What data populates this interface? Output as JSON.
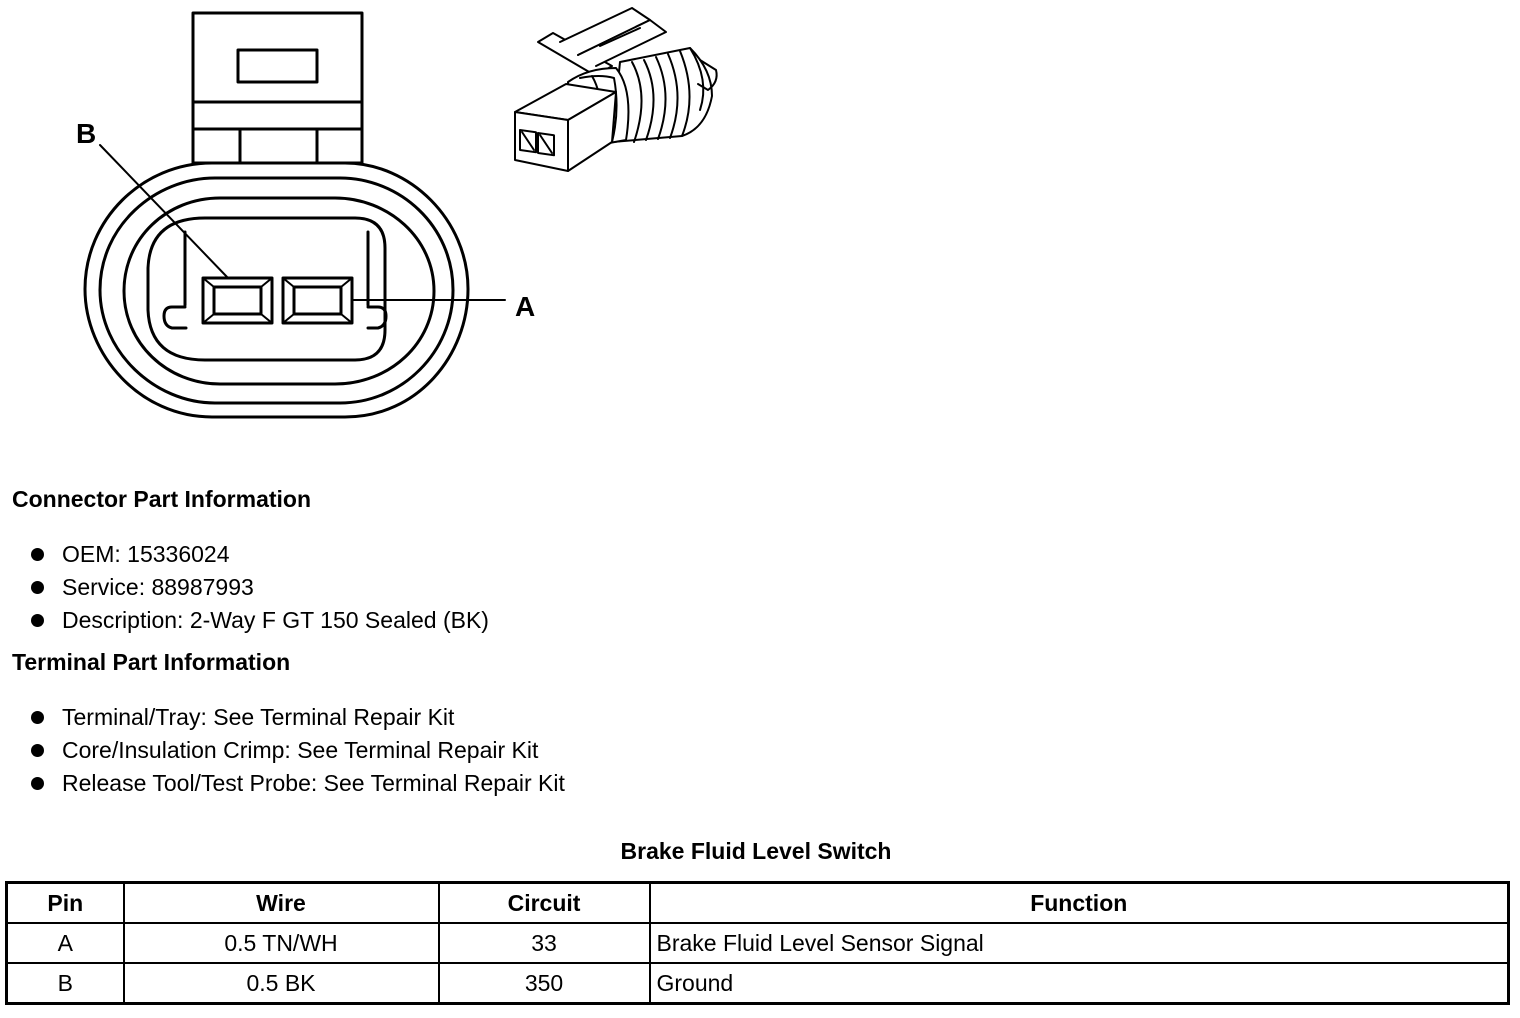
{
  "diagram": {
    "callout_b": "B",
    "callout_a": "A"
  },
  "connector_info": {
    "heading": "Connector Part Information",
    "items": [
      "OEM: 15336024",
      "Service: 88987993",
      "Description: 2-Way F GT 150 Sealed (BK)"
    ]
  },
  "terminal_info": {
    "heading": "Terminal Part Information",
    "items": [
      "Terminal/Tray: See Terminal Repair Kit",
      "Core/Insulation Crimp: See Terminal Repair Kit",
      "Release Tool/Test Probe: See Terminal Repair Kit"
    ]
  },
  "table": {
    "title": "Brake Fluid Level Switch",
    "headers": [
      "Pin",
      "Wire",
      "Circuit",
      "Function"
    ],
    "rows": [
      [
        "A",
        "0.5 TN/WH",
        "33",
        "Brake Fluid Level Sensor Signal"
      ],
      [
        "B",
        "0.5 BK",
        "350",
        "Ground"
      ]
    ]
  }
}
